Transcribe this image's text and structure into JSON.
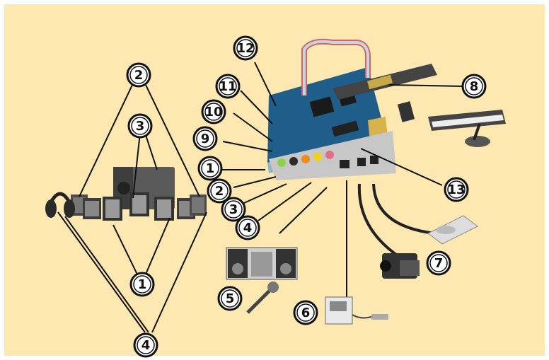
{
  "background_color": "#fce8b0",
  "callouts": [
    {
      "label": "1"
    },
    {
      "label": "2"
    },
    {
      "label": "3"
    },
    {
      "label": "4"
    },
    {
      "label": "5"
    },
    {
      "label": "6"
    },
    {
      "label": "7"
    },
    {
      "label": "8"
    },
    {
      "label": "9"
    },
    {
      "label": "10"
    },
    {
      "label": "11"
    },
    {
      "label": "12"
    },
    {
      "label": "13"
    },
    {
      "label": "2"
    },
    {
      "label": "3"
    },
    {
      "label": "1"
    },
    {
      "label": "4"
    }
  ],
  "jack_colors": [
    "#8bd24a",
    "#2b2b2b",
    "#f08a1c",
    "#f0d21c",
    "#e86a8a"
  ],
  "board_color": "#1f5e8a"
}
